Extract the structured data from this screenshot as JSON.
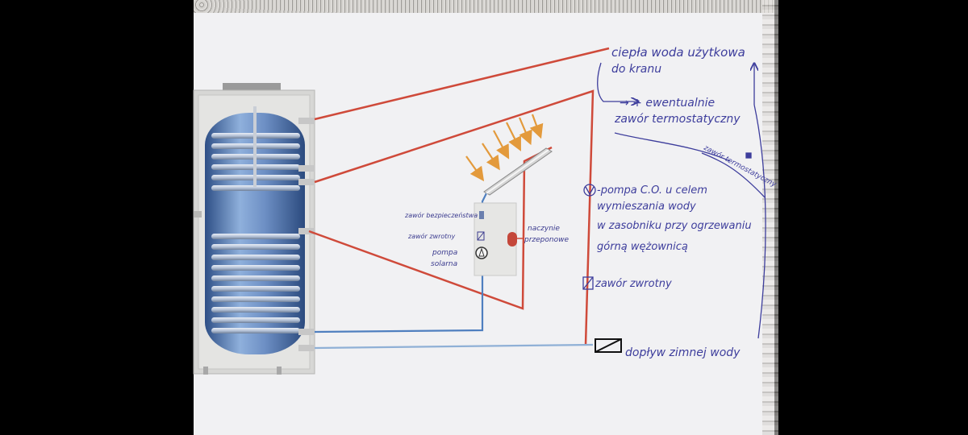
{
  "notes": {
    "hot_water_line1": "ciepła woda użytkowa",
    "hot_water_line2": "do kranu",
    "thermo_valve_line1": "→ + ewentualnie",
    "thermo_valve_line2": "zawór termostatyczny",
    "thermo_valve_small": "zawór termostatyczny",
    "pump_line1": "-pompa C.O. u celem",
    "pump_line2": "wymieszania wody",
    "pump_line3": "w zasobniku przy ogrzewaniu",
    "pump_line4": "górną wężownicą",
    "check_valve": "zawór zwrotny",
    "cold_water": "dopływ zimnej wody"
  },
  "labels": {
    "safety_valve": "zawór bezpieczeństwa",
    "check_valve_small": "zawór zwrotny",
    "solar_pump_line1": "pompa",
    "solar_pump_line2": "solarna",
    "expansion_line1": "naczynie",
    "expansion_line2": "przeponowe"
  },
  "colors": {
    "hot_pipe": "#cf4a3a",
    "cold_pipe": "#4f7fbf",
    "pen": "#3d3d9c",
    "tank": "#6d8fc4",
    "sun_arrows": "#e39a3c"
  }
}
